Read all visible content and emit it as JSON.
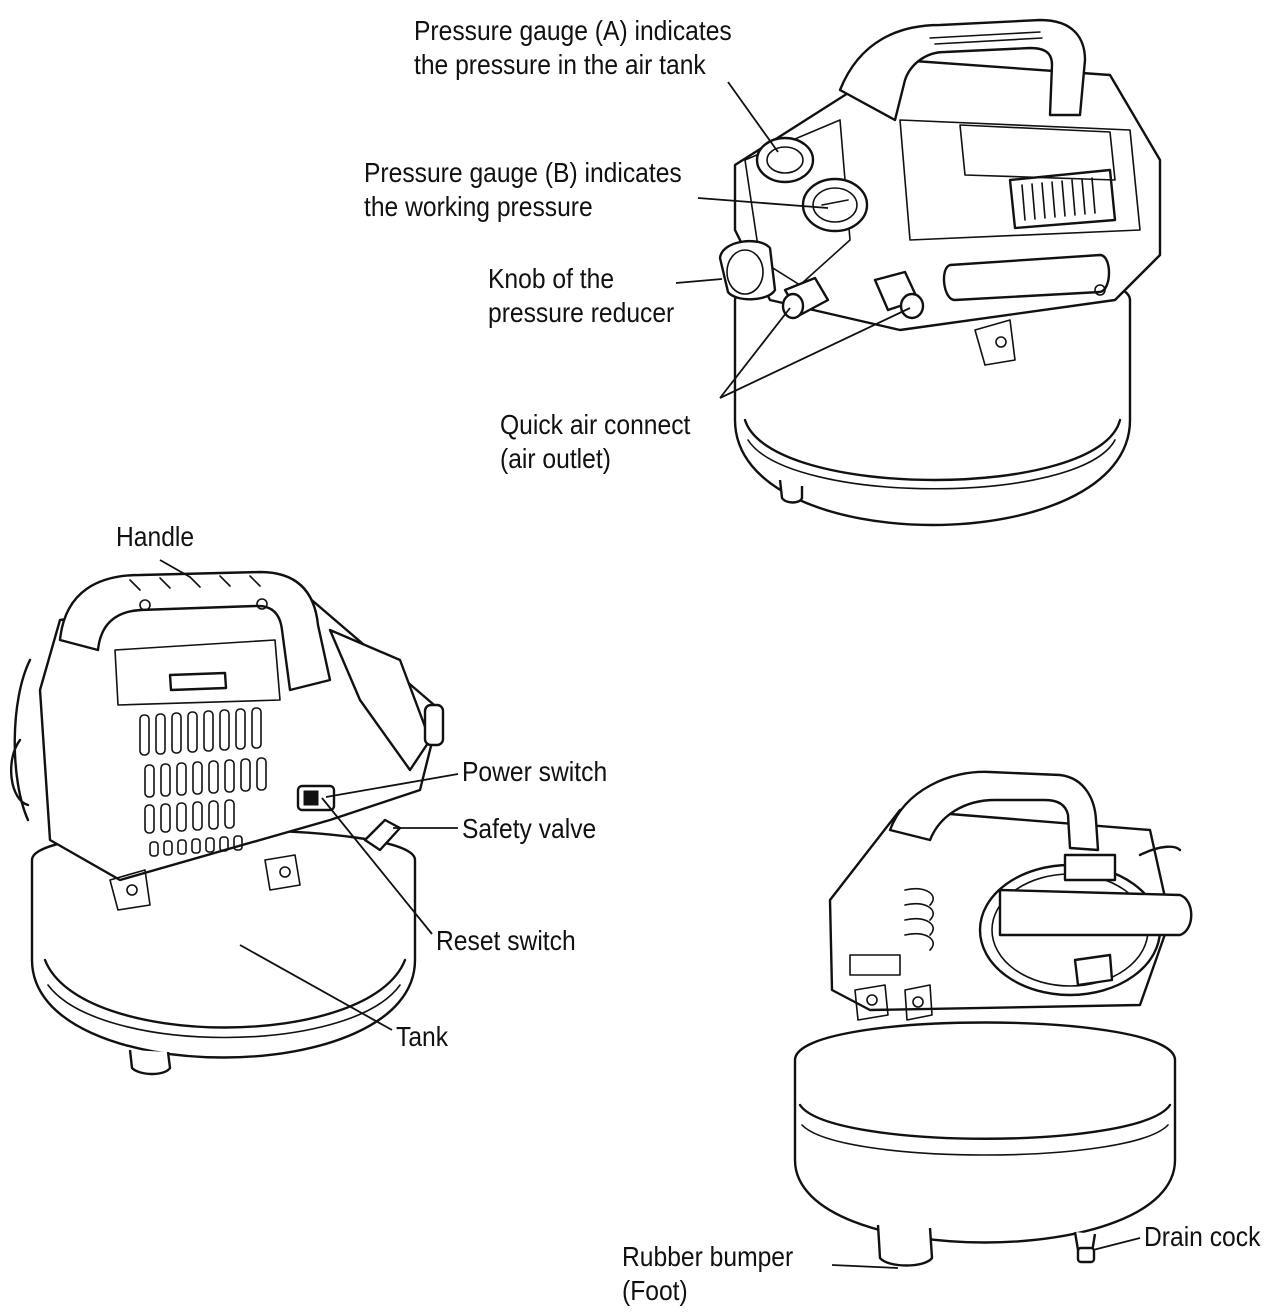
{
  "labels": {
    "gauge_a": [
      "Pressure gauge (A) indicates",
      "the pressure in the air tank"
    ],
    "gauge_b": [
      "Pressure gauge (B) indicates",
      "the working pressure"
    ],
    "knob": [
      "Knob of the",
      "pressure reducer"
    ],
    "quick_connect": [
      "Quick air connect",
      "(air outlet)"
    ],
    "handle": "Handle",
    "power_switch": "Power switch",
    "safety_valve": "Safety valve",
    "reset_switch": "Reset switch",
    "tank": "Tank",
    "drain_cock": "Drain cock",
    "rubber_bumper": [
      "Rubber bumper",
      "(Foot)"
    ]
  },
  "colors": {
    "ink": "#111111",
    "paper": "#ffffff"
  }
}
